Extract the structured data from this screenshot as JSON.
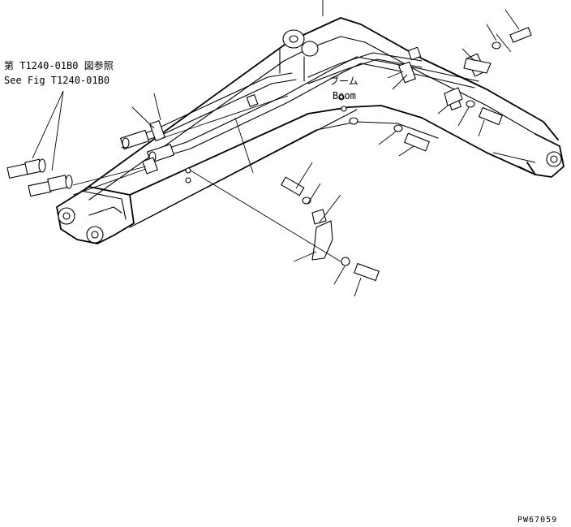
{
  "labels": {
    "reference_jp": "第 T1240-01B0 図参照",
    "reference_en": "See Fig T1240-01B0",
    "boom_jp": "ブーム",
    "boom_en": "Boom",
    "drawing_id": "PW67059"
  },
  "colors": {
    "line": "#000000",
    "background": "#ffffff"
  }
}
